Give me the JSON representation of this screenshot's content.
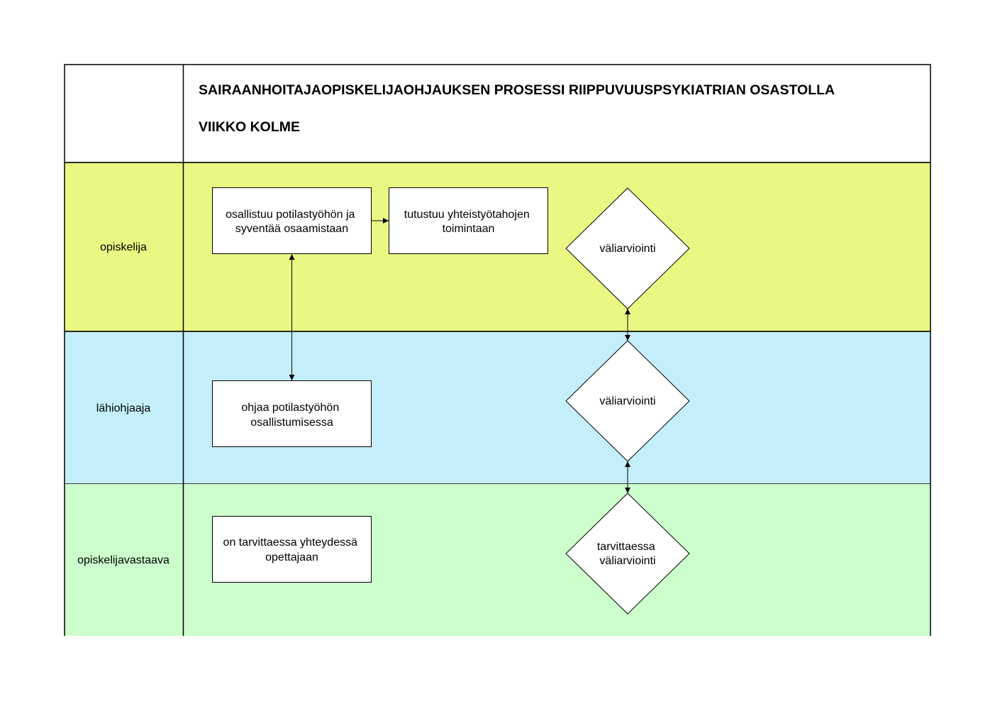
{
  "header": {
    "title": "SAIRAANHOITAJAOPISKELIJAOHJAUKSEN PROSESSI RIIPPUVUUSPSYKIATRIAN OSASTOLLA",
    "subtitle": "VIIKKO KOLME"
  },
  "lanes": [
    {
      "label": "opiskelija",
      "color": "#eaf883"
    },
    {
      "label": "lähiohjaaja",
      "color": "#c4effa"
    },
    {
      "label": "opiskelijavastaava",
      "color": "#ccffcc"
    }
  ],
  "boxes": [
    {
      "lines": [
        "osallistuu potilastyöhön ja",
        "syventää osaamistaan"
      ]
    },
    {
      "lines": [
        "tutustuu yhteistyötahojen",
        "toimintaan"
      ]
    },
    {
      "lines": [
        "ohjaa potilastyöhön",
        "osallistumisessa"
      ]
    },
    {
      "lines": [
        "on tarvittaessa yhteydessä",
        "opettajaan"
      ]
    }
  ],
  "decisions": [
    {
      "lines": [
        "väliarviointi"
      ]
    },
    {
      "lines": [
        "väliarviointi"
      ]
    },
    {
      "lines": [
        "tarvittaessa",
        "väliarviointi"
      ]
    }
  ],
  "colors": {
    "line": "#000000",
    "box_fill": "#ffffff"
  }
}
